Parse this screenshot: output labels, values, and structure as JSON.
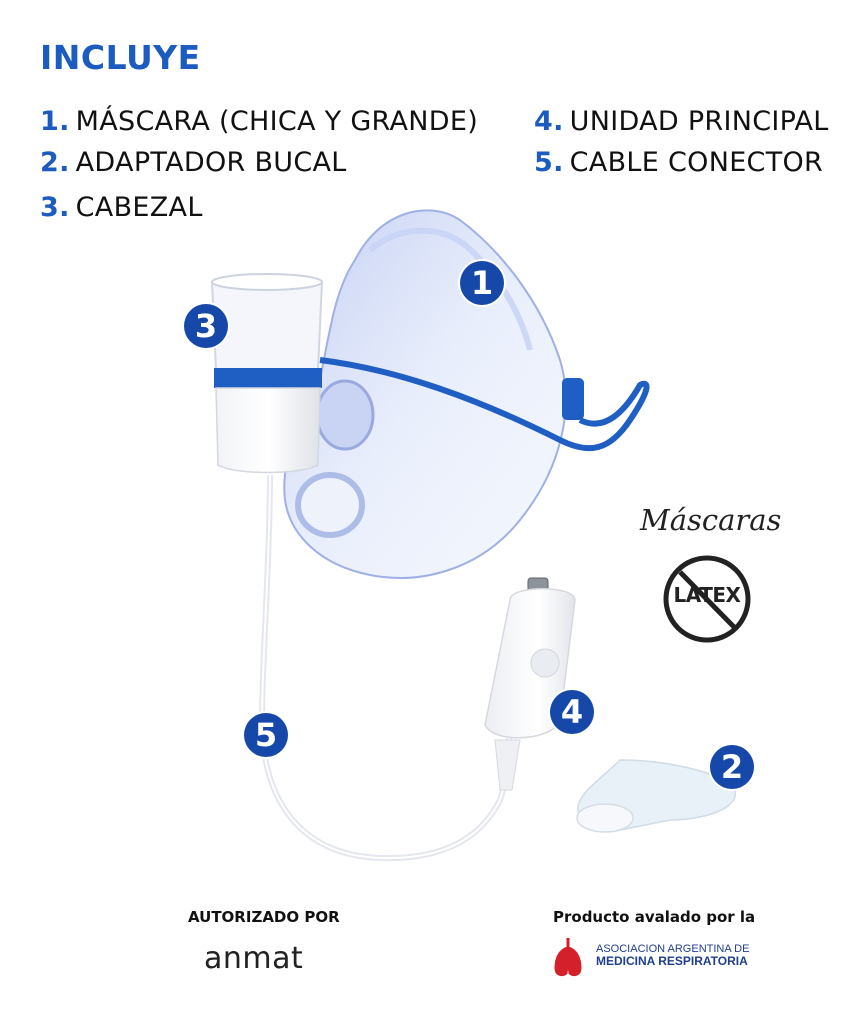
{
  "heading": "INCLUYE",
  "items": [
    {
      "num": "1.",
      "label": "MÁSCARA (CHICA Y GRANDE)"
    },
    {
      "num": "2.",
      "label": "ADAPTADOR BUCAL"
    },
    {
      "num": "3.",
      "label": "CABEZAL"
    },
    {
      "num": "4.",
      "label": "UNIDAD PRINCIPAL"
    },
    {
      "num": "5.",
      "label": "CABLE CONECTOR"
    }
  ],
  "badges": [
    "1",
    "2",
    "3",
    "4",
    "5"
  ],
  "latex_notice": {
    "title": "Máscaras",
    "latex": "LATEX",
    "icon": "no-latex-icon"
  },
  "footer": {
    "authorized_label": "AUTORIZADO POR",
    "anmat_logo": "anmat",
    "endorsed_label": "Producto avalado por la",
    "association_line1": "ASOCIACION ARGENTINA DE",
    "association_line2": "MEDICINA RESPIRATORIA",
    "association_icon": "lungs-icon"
  },
  "colors": {
    "accent": "#1c5bbf",
    "badge": "#1548a8",
    "strap": "#1f5fc4",
    "logo_red": "#d4202a"
  }
}
